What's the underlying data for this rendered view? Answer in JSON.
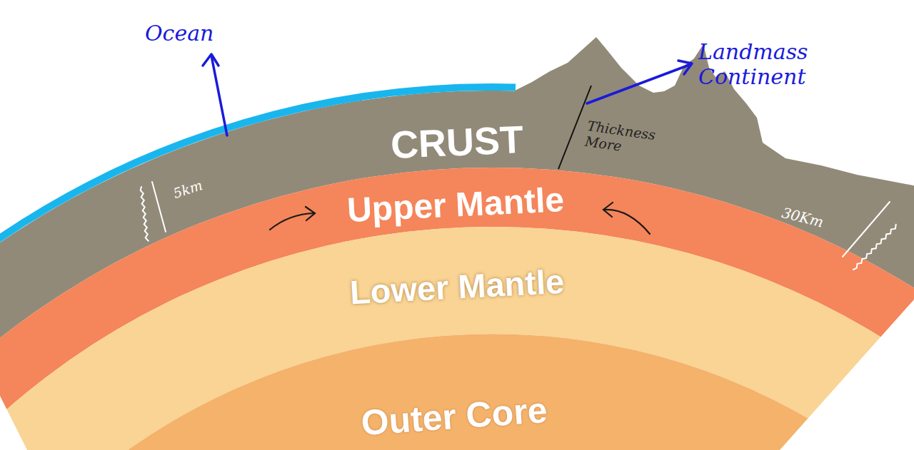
{
  "diagram": {
    "nodes": [
      {
        "text": [
          "CRUST"
        ]
      },
      {
        "text": [
          "Upper Mantle"
        ]
      },
      {
        "text": [
          "Lower Mantle"
        ]
      },
      {
        "text": [
          "Outer Core"
        ]
      }
    ],
    "labels": [
      "Ocean",
      "Landmass Continent",
      "Thickness More",
      "5km",
      "30Km"
    ]
  }
}
